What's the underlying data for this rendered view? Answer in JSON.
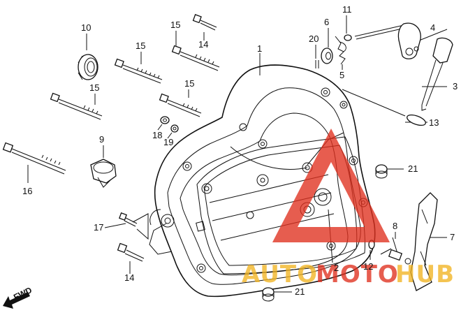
{
  "callouts": {
    "c1": "1",
    "c2": "2",
    "c3": "3",
    "c4": "4",
    "c5": "5",
    "c6": "6",
    "c7": "7",
    "c8": "8",
    "c9": "9",
    "c10": "10",
    "c11": "11",
    "c12": "12",
    "c13": "13",
    "c14a": "14",
    "c14b": "14",
    "c15a": "15",
    "c15b": "15",
    "c15c": "15",
    "c15d": "15",
    "c16": "16",
    "c17": "17",
    "c18": "18",
    "c19": "19",
    "c20": "20",
    "c21a": "21",
    "c21b": "21"
  },
  "direction_label": "FWD",
  "watermark": {
    "text_prefix": "AUTO",
    "text_suffix": "MOTO",
    "text_end": "HUB",
    "color_red": "#e0301e",
    "color_gold": "#f2b422"
  }
}
